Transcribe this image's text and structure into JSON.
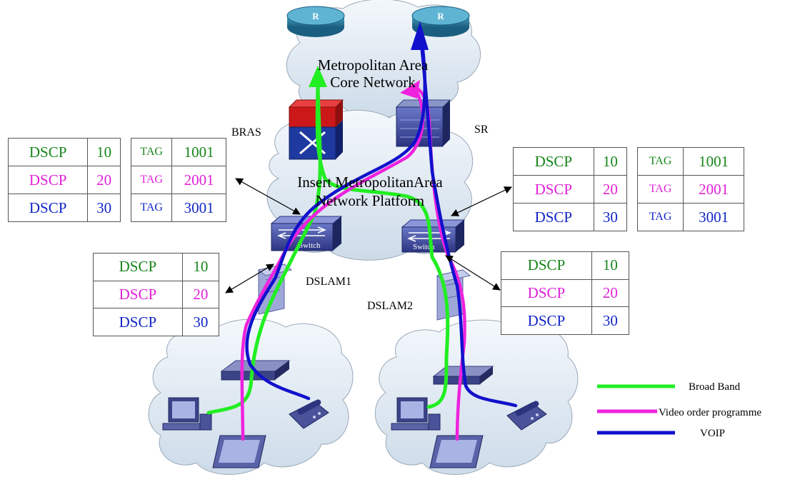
{
  "colors": {
    "broadband": "#22ee22",
    "video": "#ee22dd",
    "voip": "#1111cc",
    "text_green": "#17861b",
    "text_pink": "#e020d8",
    "text_blue": "#1226c8",
    "cloud_fill": "#dfeaf4"
  },
  "labels": {
    "core_network_line1": "Metropolitan Area",
    "core_network_line2": "Core Network",
    "platform_line1": "Insert MetropolitanArea",
    "platform_line2": "Network Platform",
    "bras": "BRAS",
    "sr": "SR",
    "dslam1": "DSLAM1",
    "dslam2": "DSLAM2",
    "router_glyph": "R",
    "switch_glyph": "Switch"
  },
  "dscp_rows": [
    {
      "name": "DSCP",
      "value": "10"
    },
    {
      "name": "DSCP",
      "value": "20"
    },
    {
      "name": "DSCP",
      "value": "30"
    }
  ],
  "tag_rows": [
    {
      "name": "TAG",
      "value": "1001"
    },
    {
      "name": "TAG",
      "value": "2001"
    },
    {
      "name": "TAG",
      "value": "3001"
    }
  ],
  "legend": [
    {
      "label": "Broad Band",
      "color": "#22ee22"
    },
    {
      "label": "Video order programme",
      "color": "#ee22dd"
    },
    {
      "label": "VOIP",
      "color": "#1111cc"
    }
  ]
}
